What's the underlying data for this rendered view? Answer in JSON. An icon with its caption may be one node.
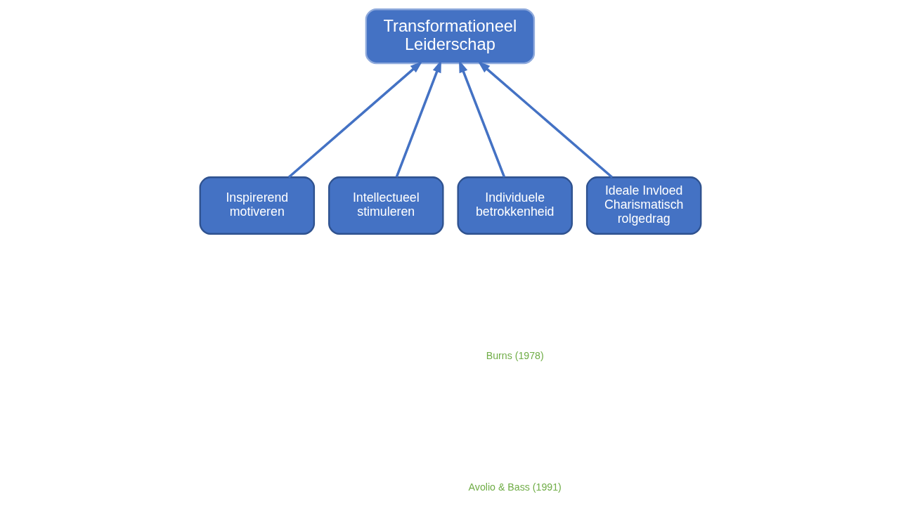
{
  "diagram": {
    "nodes": [
      {
        "text": [
          "Transformationeel Leiderschap"
        ]
      },
      {
        "text": [
          "Inspirerend motiveren"
        ]
      },
      {
        "text": [
          "Intellectueel stimuleren"
        ]
      },
      {
        "text": [
          "Individuele betrokkenheid"
        ]
      },
      {
        "text": [
          "Ideale Invloed Charismatisch rolgedrag"
        ]
      }
    ],
    "edges": [
      {
        "from": 1,
        "to": 0,
        "arrow": "to"
      },
      {
        "from": 2,
        "to": 0,
        "arrow": "to"
      },
      {
        "from": 3,
        "to": 0,
        "arrow": "to"
      },
      {
        "from": 4,
        "to": 0,
        "arrow": "to"
      }
    ],
    "labels": [
      "Burns (1978)",
      "Avolio & Bass (1991)"
    ]
  }
}
